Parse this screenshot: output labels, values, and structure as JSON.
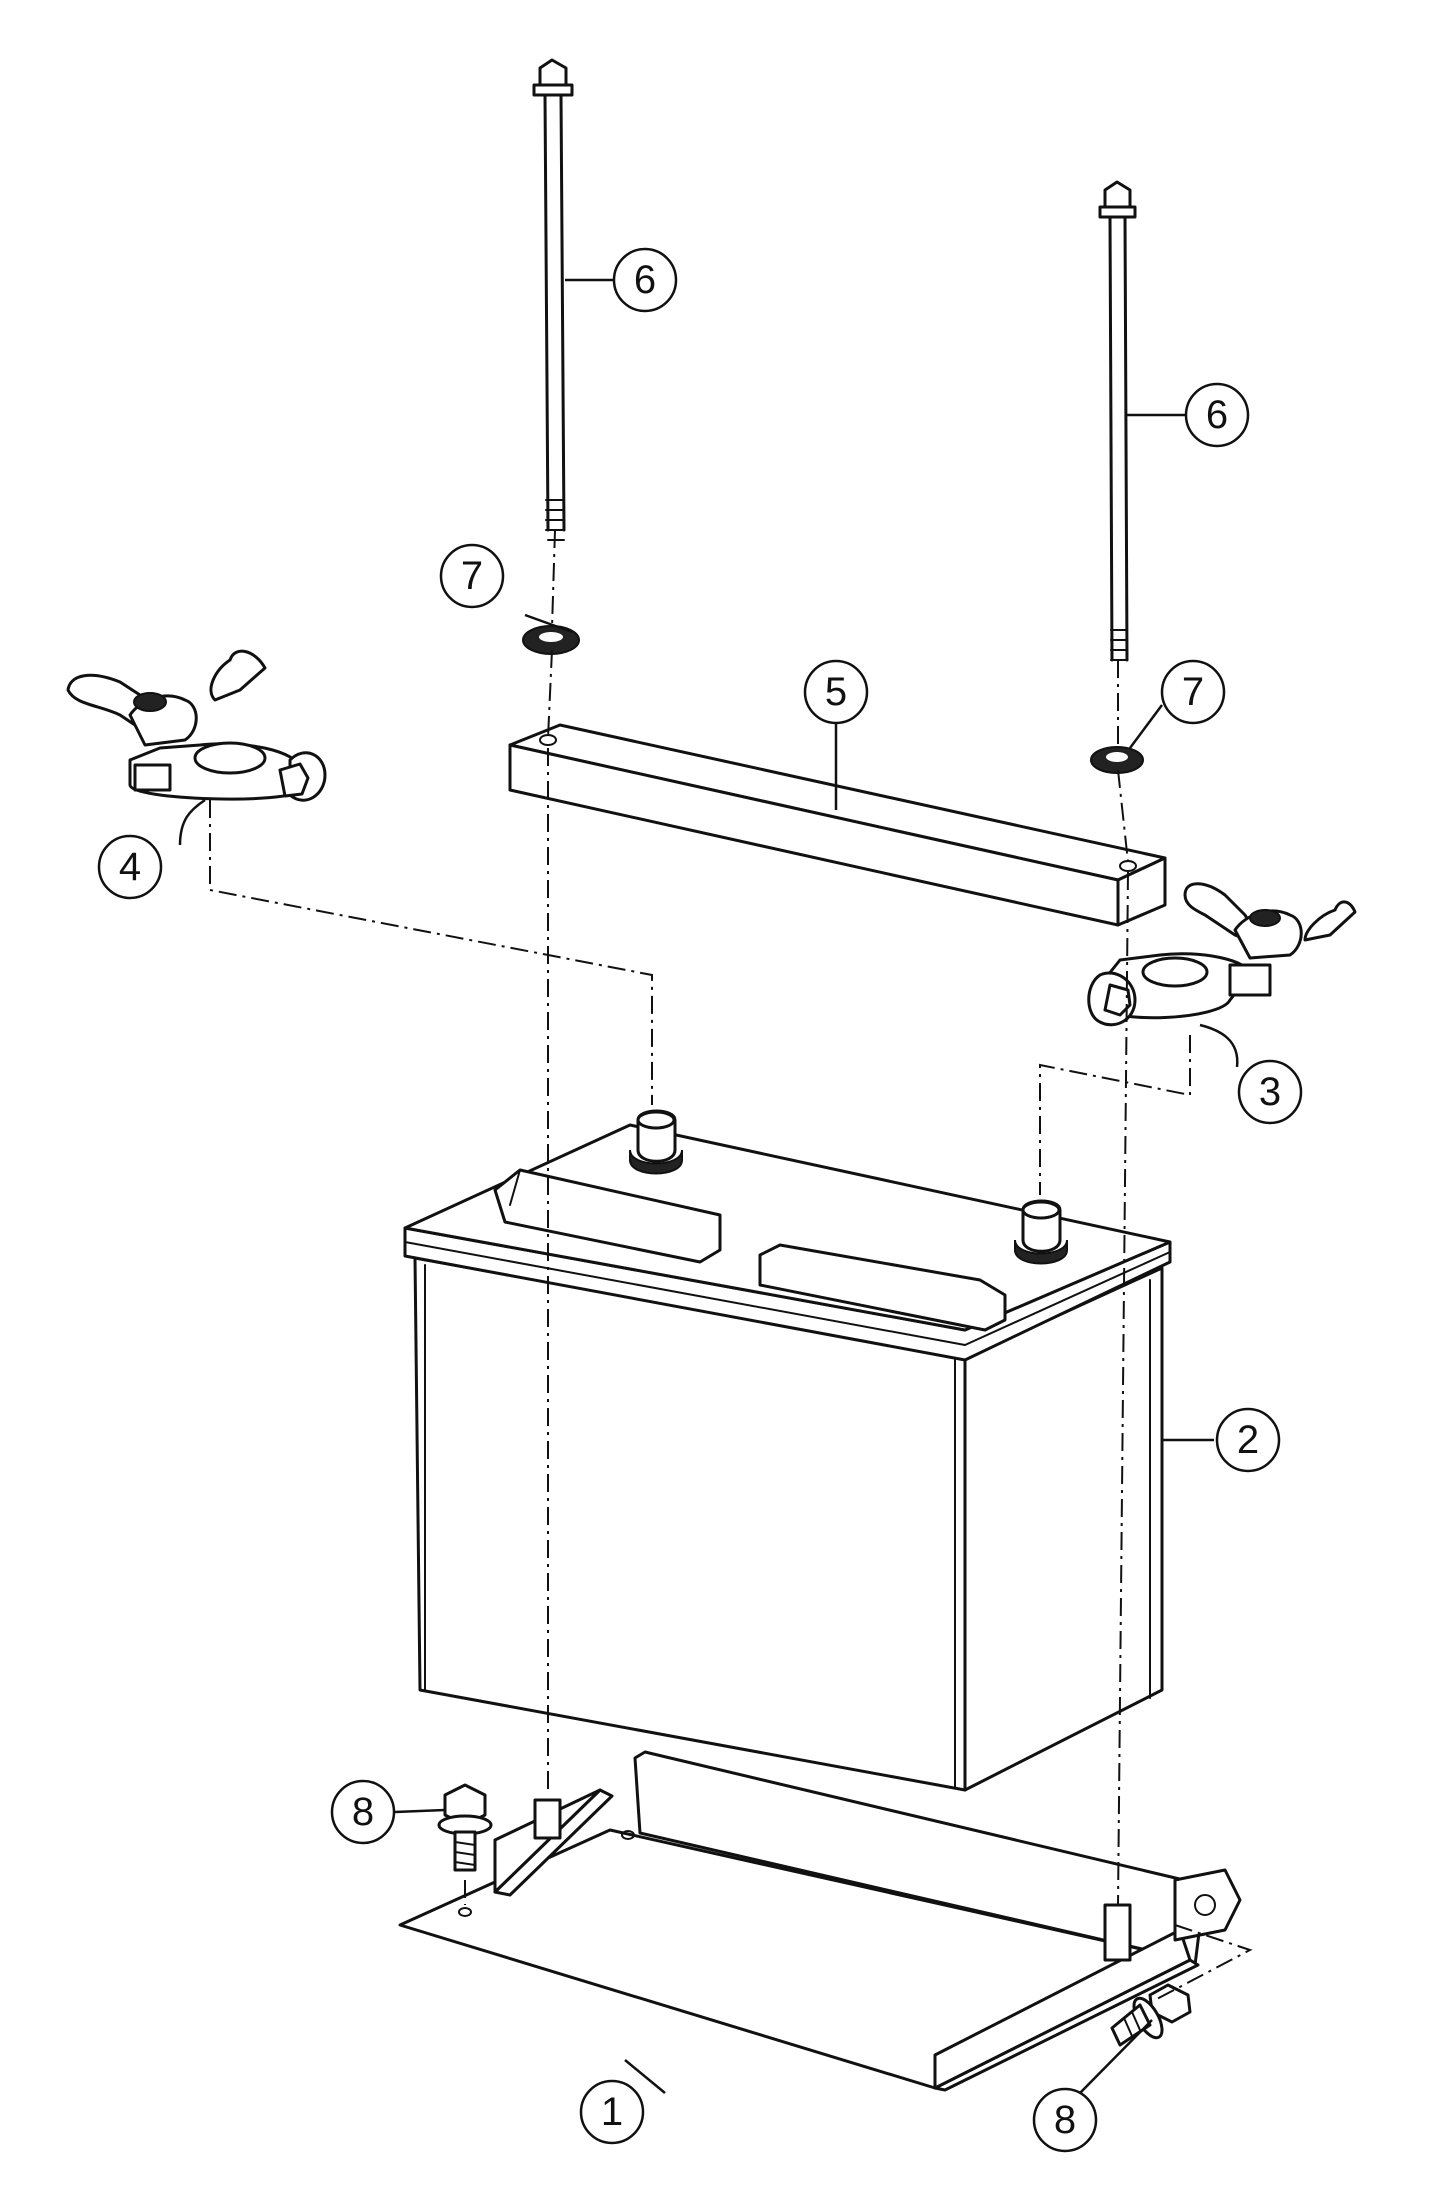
{
  "diagram": {
    "type": "exploded-parts-view",
    "callouts": [
      {
        "id": "callout-1a",
        "label": "1"
      },
      {
        "id": "callout-2a",
        "label": "2"
      },
      {
        "id": "callout-3a",
        "label": "3"
      },
      {
        "id": "callout-4a",
        "label": "4"
      },
      {
        "id": "callout-5a",
        "label": "5"
      },
      {
        "id": "callout-6a",
        "label": "6"
      },
      {
        "id": "callout-6b",
        "label": "6"
      },
      {
        "id": "callout-7a",
        "label": "7"
      },
      {
        "id": "callout-7b",
        "label": "7"
      },
      {
        "id": "callout-8a",
        "label": "8"
      },
      {
        "id": "callout-8b",
        "label": "8"
      }
    ]
  }
}
